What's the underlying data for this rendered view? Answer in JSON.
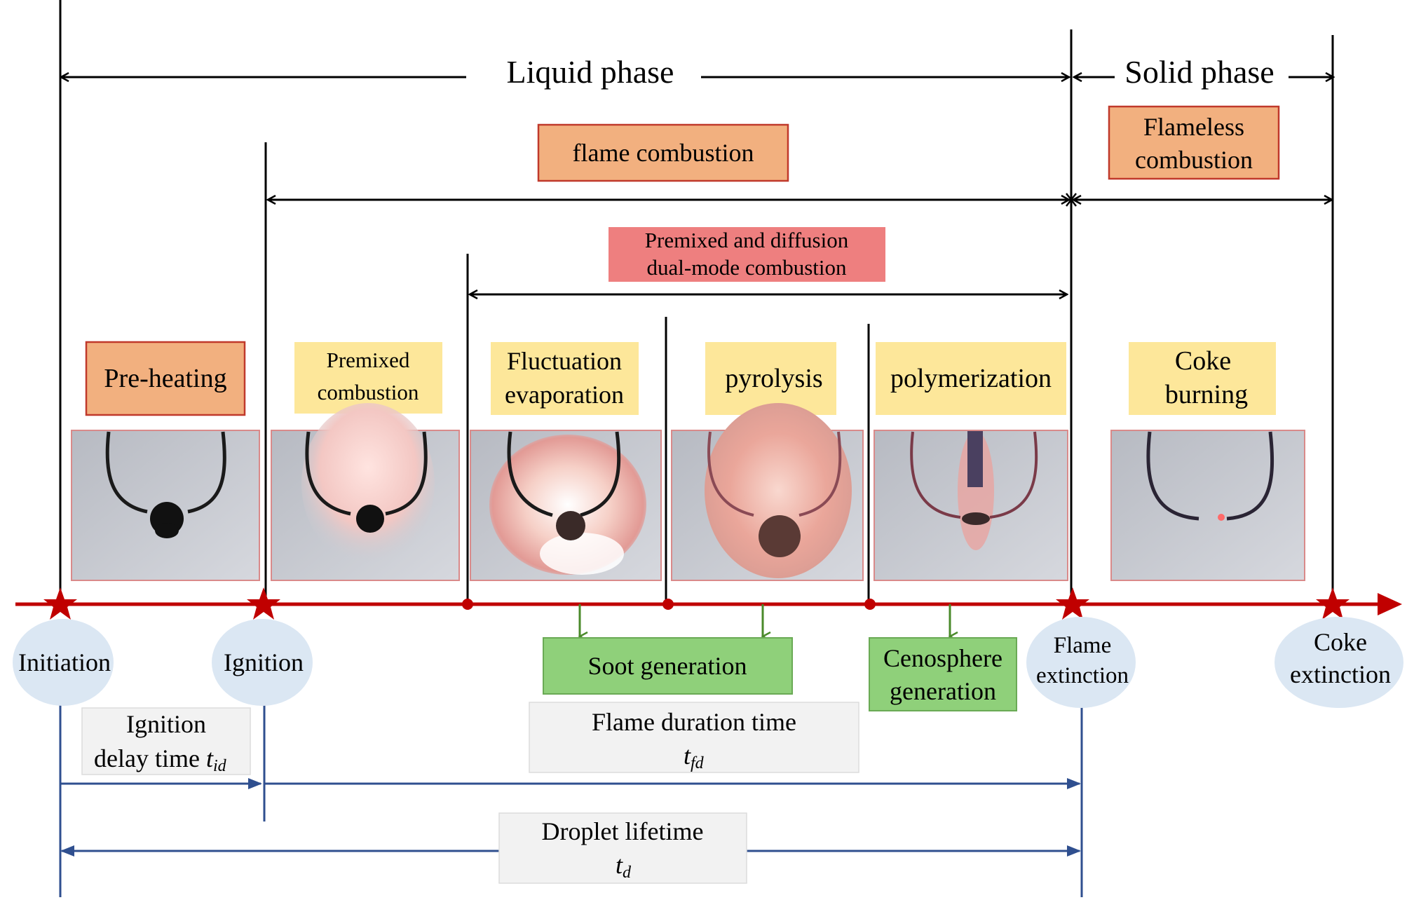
{
  "phases": {
    "liquid": "Liquid phase",
    "solid": "Solid phase"
  },
  "combustion": {
    "flame": "flame combustion",
    "flameless": [
      "Flameless",
      "combustion"
    ],
    "dual_mode": [
      "Premixed and diffusion",
      "dual-mode combustion"
    ]
  },
  "stages": [
    {
      "key": "preheating",
      "label": [
        "Pre-heating"
      ],
      "color": "#f2b07f",
      "border": "#c0392b"
    },
    {
      "key": "premixed",
      "label": [
        "Premixed",
        "combustion"
      ],
      "color": "#fde79a",
      "border": ""
    },
    {
      "key": "fluctuation",
      "label": [
        "Fluctuation",
        "evaporation"
      ],
      "color": "#fde79a",
      "border": ""
    },
    {
      "key": "pyrolysis",
      "label": [
        "pyrolysis"
      ],
      "color": "#fde79a",
      "border": ""
    },
    {
      "key": "polymerization",
      "label": [
        "polymerization"
      ],
      "color": "#fde79a",
      "border": ""
    },
    {
      "key": "coke-burning",
      "label": [
        "Coke",
        "burning"
      ],
      "color": "#fde79a",
      "border": ""
    }
  ],
  "events": {
    "initiation": "Initiation",
    "ignition": "Ignition",
    "flame_extinction": [
      "Flame",
      "extinction"
    ],
    "coke_extinction": [
      "Coke",
      "extinction"
    ]
  },
  "products": {
    "soot": "Soot generation",
    "cenosphere": [
      "Cenosphere",
      "generation"
    ]
  },
  "durations": {
    "ignition_delay": {
      "line1": "Ignition",
      "line2": "delay time ",
      "symbol": "t",
      "sub": "id"
    },
    "flame_duration": {
      "line1": "Flame duration time",
      "symbol": "t",
      "sub": "fd"
    },
    "droplet_lifetime": {
      "line1": "Droplet lifetime",
      "symbol": "t",
      "sub": "d"
    }
  },
  "colors": {
    "timeline": "#c00000",
    "duration_arrows": "#2f4f8f",
    "orange_box": "#f2b07f",
    "red_box": "#ee7f7f",
    "yellow_box": "#fde79a",
    "green_box": "#8fd07a",
    "event_circle": "#dbe7f3",
    "gray_box": "#f2f2f2"
  }
}
